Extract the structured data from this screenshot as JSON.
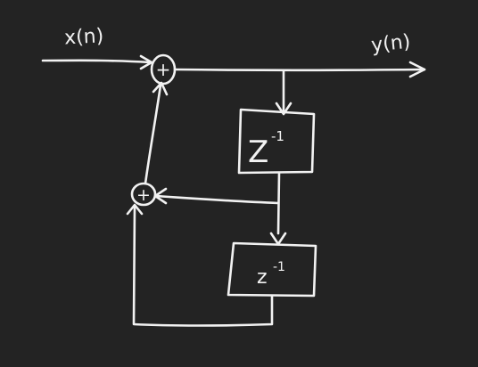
{
  "colors": {
    "background": "#232323",
    "ink": "#f2f2f2"
  },
  "diagram": {
    "input_label": "x(n)",
    "output_label": "y(n)",
    "delay_blocks": [
      {
        "label": "Z",
        "exponent": "-1"
      },
      {
        "label": "z",
        "exponent": "-1"
      }
    ],
    "adder_symbol": "+"
  }
}
